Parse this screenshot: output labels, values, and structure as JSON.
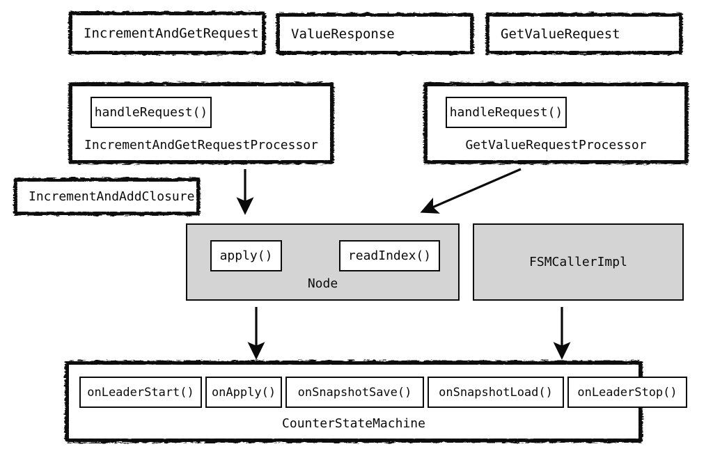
{
  "diagram": {
    "title": "",
    "colors": {
      "ink": "#0a0a0a",
      "paper": "#ffffff",
      "grey_fill": "#d4d4d4"
    },
    "message_boxes": [
      {
        "id": "increment-and-get-request",
        "label": "IncrementAndGetRequest"
      },
      {
        "id": "value-response",
        "label": "ValueResponse"
      },
      {
        "id": "get-value-request",
        "label": "GetValueRequest"
      }
    ],
    "processors": [
      {
        "id": "increment-and-get-request-processor",
        "label": "IncrementAndGetRequestProcessor",
        "methods": [
          "handleRequest()"
        ]
      },
      {
        "id": "get-value-request-processor",
        "label": "GetValueRequestProcessor",
        "methods": [
          "handleRequest()"
        ]
      }
    ],
    "closure_box": {
      "id": "increment-and-add-closure",
      "label": "IncrementAndAddClosure"
    },
    "core_boxes": [
      {
        "id": "node",
        "label": "Node",
        "methods": [
          "apply()",
          "readIndex()"
        ]
      },
      {
        "id": "fsm-caller-impl",
        "label": "FSMCallerImpl",
        "methods": []
      }
    ],
    "state_machine": {
      "id": "counter-state-machine",
      "label": "CounterStateMachine",
      "methods": [
        "onLeaderStart()",
        "onApply()",
        "onSnapshotSave()",
        "onSnapshotLoad()",
        "onLeaderStop()"
      ]
    },
    "arrows": [
      {
        "id": "arrow-processor-to-node",
        "from": "increment-and-get-request-processor",
        "to": "node",
        "kind": "vertical"
      },
      {
        "id": "arrow-processor-to-node-diagonal",
        "from": "get-value-request-processor",
        "to": "node",
        "kind": "diagonal"
      },
      {
        "id": "arrow-node-to-state-machine",
        "from": "node",
        "to": "counter-state-machine",
        "kind": "vertical"
      },
      {
        "id": "arrow-fsmcaller-to-state-machine",
        "from": "fsm-caller-impl",
        "to": "counter-state-machine",
        "kind": "vertical"
      }
    ]
  }
}
